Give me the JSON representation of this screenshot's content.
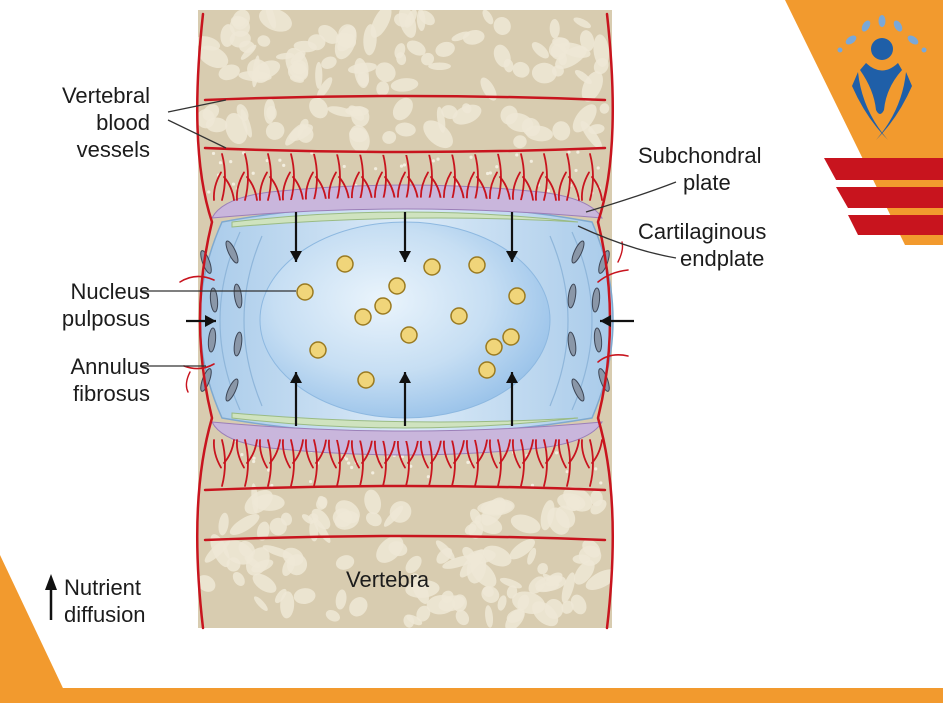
{
  "labels": {
    "vertebral_blood_vessels": [
      "Vertebral",
      "blood",
      "vessels"
    ],
    "subchondral_plate": [
      "Subchondral",
      "plate"
    ],
    "cartilaginous_endplate": [
      "Cartilaginous",
      "endplate"
    ],
    "nucleus_pulposus": [
      "Nucleus",
      "pulposus"
    ],
    "annulus_fibrosus": [
      "Annulus",
      "fibrosus"
    ],
    "vertebra": "Vertebra",
    "nutrient_diffusion": [
      "Nutrient",
      "diffusion"
    ]
  },
  "colors": {
    "bone": "#d8ccb0",
    "bone_pore": "#efe8d6",
    "blood_vessel": "#c8141e",
    "annulus": "#c4dff2",
    "nucleus": "#a9cdee",
    "subchondral_plate": "#c9b6dc",
    "cartilaginous_endplate": "#cfe3bf",
    "nutrient_dot": "#f0d57a",
    "accent_orange": "#f29a2e",
    "accent_red": "#c8141e",
    "logo_blue": "#1f5fa8"
  }
}
